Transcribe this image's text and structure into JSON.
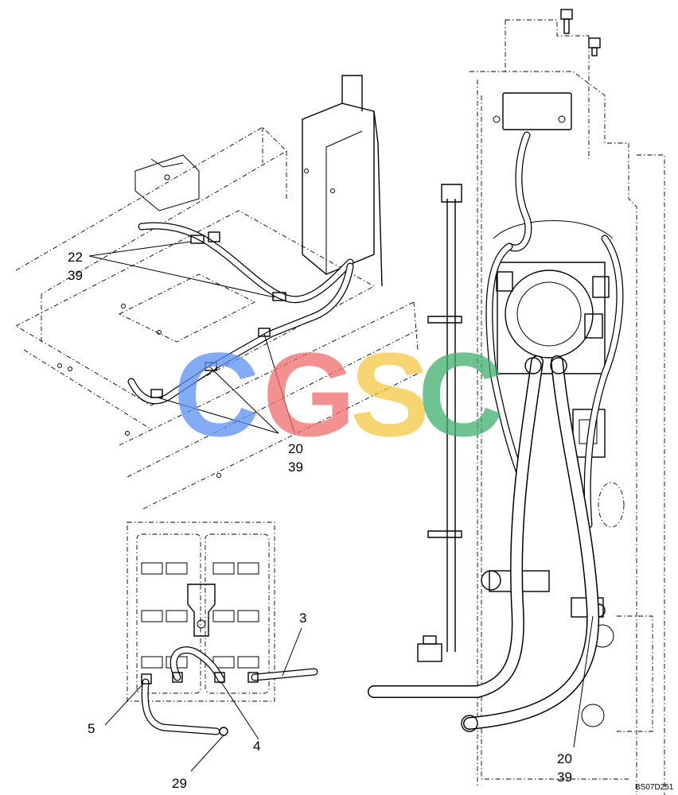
{
  "diagram": {
    "figure_code": "BS07D251",
    "watermark": {
      "letters": [
        {
          "char": "C",
          "color": "#5b8ff2"
        },
        {
          "char": "G",
          "color": "#f06b6b"
        },
        {
          "char": "S",
          "color": "#f5c842"
        },
        {
          "char": "C",
          "color": "#3fae6e"
        }
      ]
    },
    "callouts": {
      "c22_39_top": {
        "num": "22",
        "sub": "39"
      },
      "c20_39_mid": {
        "num": "20",
        "sub": "39"
      },
      "c20_39_bottom": {
        "num": "20",
        "sub": "39"
      },
      "c3": {
        "num": "3"
      },
      "c4": {
        "num": "4"
      },
      "c5": {
        "num": "5"
      },
      "c29": {
        "num": "29"
      }
    }
  }
}
